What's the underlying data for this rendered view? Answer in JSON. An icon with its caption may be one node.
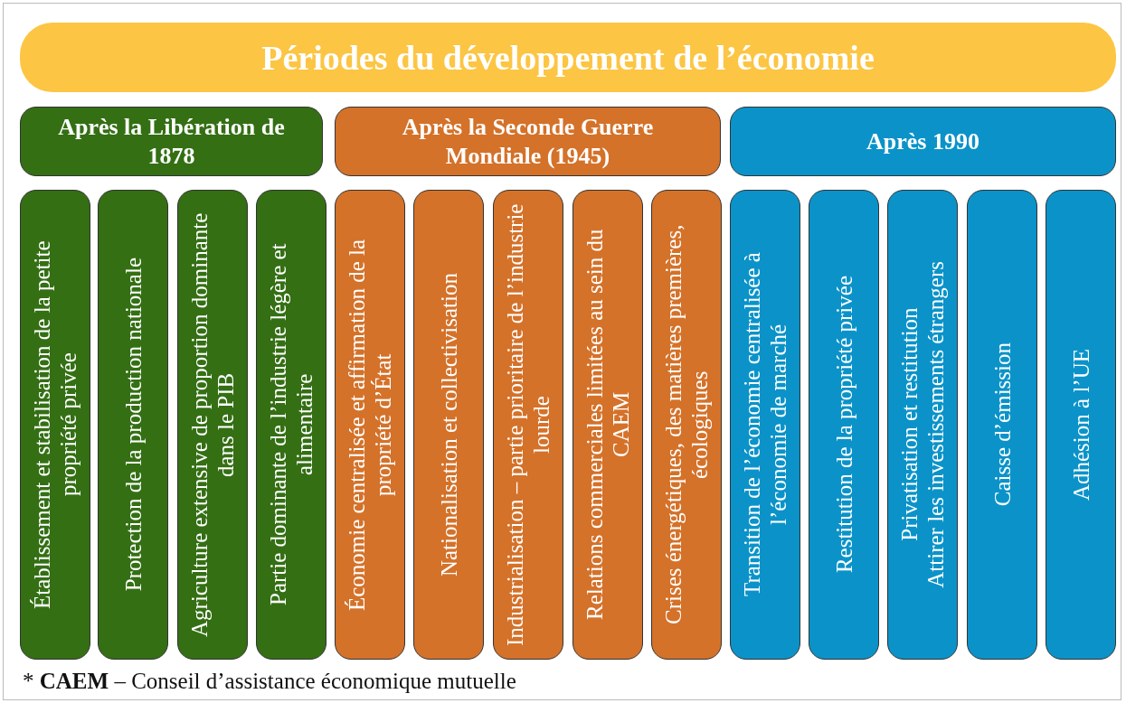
{
  "diagram": {
    "nodes": [
      {
        "text": [
          "Périodes du développement de l’économie"
        ]
      },
      {
        "text": [
          "Après la Libération de 1878"
        ]
      },
      {
        "text": [
          "Après la Seconde Guerre Mondiale (1945)"
        ]
      },
      {
        "text": [
          "Après 1990"
        ]
      },
      {
        "text": [
          "Établissement et stabilisation de la petite propriété privée"
        ]
      },
      {
        "text": [
          "Protection de la production nationale"
        ]
      },
      {
        "text": [
          "Agriculture extensive de proportion dominante dans le PIB"
        ]
      },
      {
        "text": [
          "Partie dominante de l’industrie légère et alimentaire"
        ]
      },
      {
        "text": [
          "Économie centralisée et affirmation de la propriété d’État"
        ]
      },
      {
        "text": [
          "Nationalisation et collectivisation"
        ]
      },
      {
        "text": [
          "Industrialisation – partie prioritaire de l’industrie lourde"
        ]
      },
      {
        "text": [
          "Relations commerciales limitées au sein du CAEM"
        ]
      },
      {
        "text": [
          "Crises énergétiques, des matières premières, écologiques"
        ]
      },
      {
        "text": [
          "Transition de l’économie centralisée à l’économie de marché"
        ]
      },
      {
        "text": [
          "Restitution de la propriété privée"
        ]
      },
      {
        "text": [
          "Privatisation et restitution",
          "Attirer les investissements étrangers"
        ]
      },
      {
        "text": [
          "Caisse d’émission"
        ]
      },
      {
        "text": [
          "Adhésion à l’UE"
        ]
      }
    ],
    "labels": [
      "* **CAEM** – Conseil d’assistance économique mutuelle"
    ]
  }
}
